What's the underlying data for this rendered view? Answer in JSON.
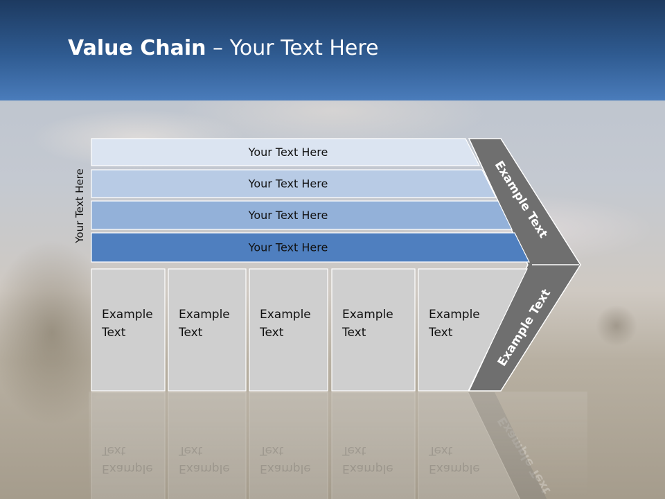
{
  "slide": {
    "title_bold": "Value Chain",
    "title_rest": " – Your Text Here",
    "vertical_label": "Your Text Here"
  },
  "bars": [
    {
      "label": "Your Text Here",
      "fill": "#dbe4f1"
    },
    {
      "label": "Your Text Here",
      "fill": "#b8cbe5"
    },
    {
      "label": "Your Text Here",
      "fill": "#93b1d9"
    },
    {
      "label": "Your Text Here",
      "fill": "#4f7fbf"
    }
  ],
  "chevron_top_label": "Example Text",
  "chevron_bottom_label": "Example Text",
  "boxes": [
    {
      "line1": "Example",
      "line2": "Text"
    },
    {
      "line1": "Example",
      "line2": "Text"
    },
    {
      "line1": "Example",
      "line2": "Text"
    },
    {
      "line1": "Example",
      "line2": "Text"
    },
    {
      "line1": "Example",
      "line2": "Text"
    }
  ],
  "colors": {
    "header_top": "#1d3a60",
    "header_bottom": "#4a7cbb",
    "chevron": "#6f6f6f",
    "box_fill": "#cfcfcf",
    "bar_stroke": "#ffffff"
  }
}
